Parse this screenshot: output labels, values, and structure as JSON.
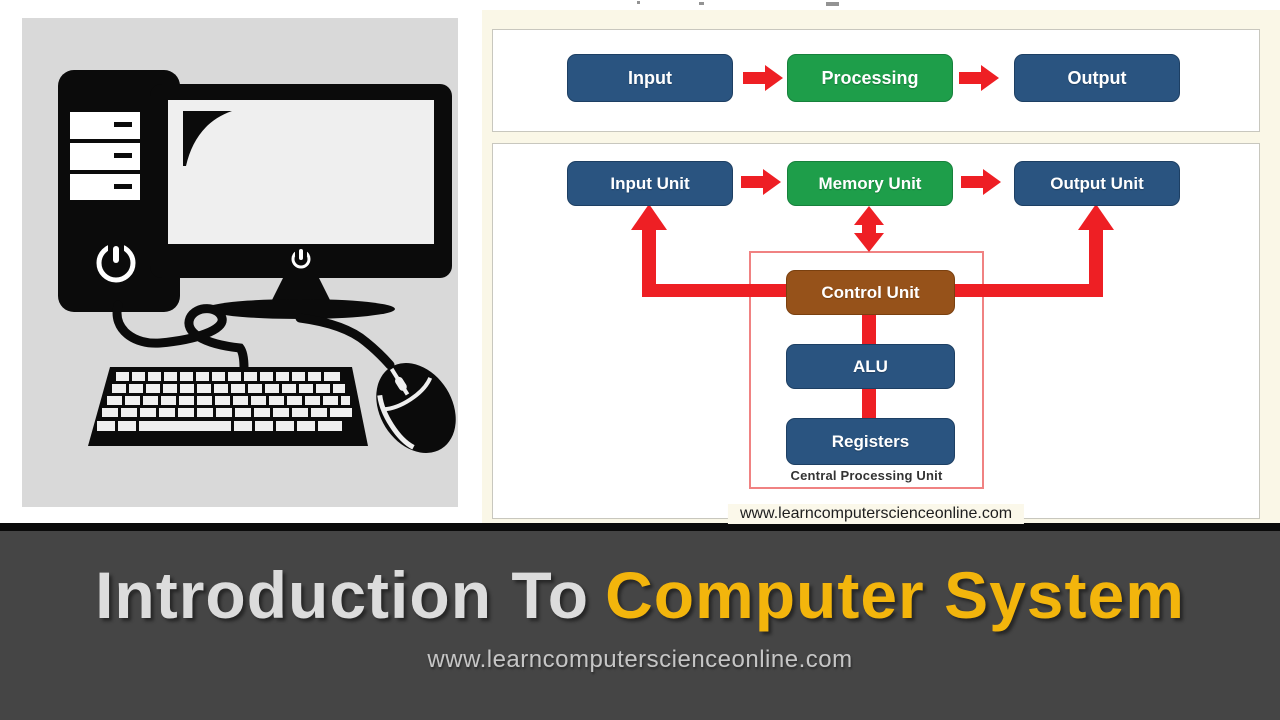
{
  "left_panel": {
    "illustration": "desktop-computer-clipart"
  },
  "top_flow": {
    "boxes": [
      {
        "label": "Input",
        "color": "#2A5480"
      },
      {
        "label": "Processing",
        "color": "#1E9E4A"
      },
      {
        "label": "Output",
        "color": "#2A5480"
      }
    ]
  },
  "block_diagram": {
    "units": [
      {
        "label": "Input Unit",
        "color": "#2A5480"
      },
      {
        "label": "Memory Unit",
        "color": "#1E9E4A"
      },
      {
        "label": "Output Unit",
        "color": "#2A5480"
      }
    ],
    "cpu": {
      "blocks": [
        {
          "label": "Control Unit",
          "color": "#96521A"
        },
        {
          "label": "ALU",
          "color": "#2A5480"
        },
        {
          "label": "Registers",
          "color": "#2A5480"
        }
      ],
      "caption": "Central Processing  Unit"
    },
    "watermark": "www.learncomputerscienceonline.com"
  },
  "banner": {
    "title_part1": "Introduction To",
    "title_part2": "Computer System",
    "subtitle": "www.learncomputerscienceonline.com"
  },
  "colors": {
    "box_blue": "#2A5480",
    "box_green": "#1E9E4A",
    "arrow_red": "#EE1F24",
    "cpu_brown": "#96521A",
    "cpu_outline_pink": "#F08282",
    "panel_cream": "#FAF7E7",
    "banner_gray": "#454545",
    "title_orange": "#F3B50C",
    "title_white": "#DCDCDC",
    "left_square_gray": "#D9D9D9"
  }
}
